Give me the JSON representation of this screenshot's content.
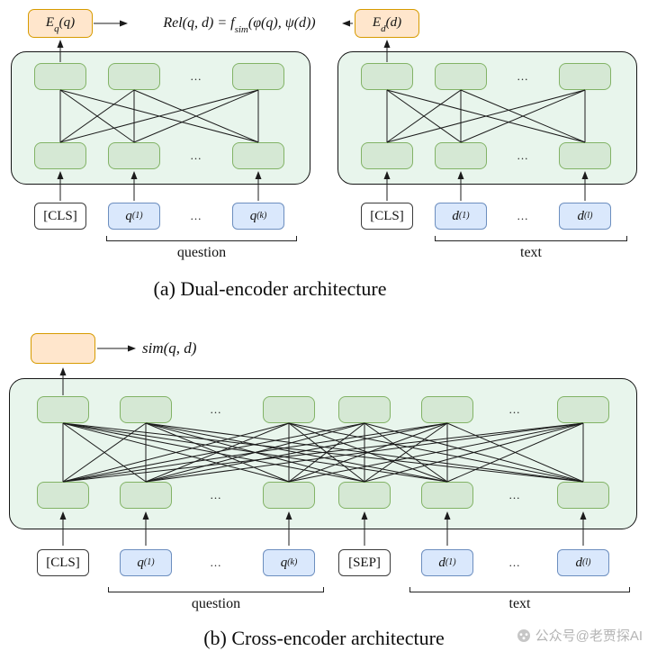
{
  "dual": {
    "formula": {
      "prefix": "Rel(q, d) = f",
      "sub": "sim",
      "suffix": "(φ(q), ψ(d))"
    },
    "left_output": {
      "base": "E",
      "sub": "q",
      "arg": "(q)"
    },
    "right_output": {
      "base": "E",
      "sub": "d",
      "arg": "(d)"
    },
    "block_ellipsis": "...",
    "left_tokens": {
      "cls": "[CLS]",
      "q1": {
        "base": "q",
        "sup": "(1)"
      },
      "ellipsis": "...",
      "qk": {
        "base": "q",
        "sup": "(k)"
      }
    },
    "right_tokens": {
      "cls": "[CLS]",
      "d1": {
        "base": "d",
        "sup": "(1)"
      },
      "ellipsis": "...",
      "dl": {
        "base": "d",
        "sup": "(l)"
      }
    },
    "left_group_label": "question",
    "right_group_label": "text",
    "caption": "(a) Dual-encoder architecture"
  },
  "cross": {
    "output_label": "sim(q, d)",
    "block_ellipsis": "...",
    "tokens": {
      "cls": "[CLS]",
      "q1": {
        "base": "q",
        "sup": "(1)"
      },
      "ellipsis1": "...",
      "qk": {
        "base": "q",
        "sup": "(k)"
      },
      "sep": "[SEP]",
      "d1": {
        "base": "d",
        "sup": "(1)"
      },
      "ellipsis2": "...",
      "dl": {
        "base": "d",
        "sup": "(l)"
      }
    },
    "question_label": "question",
    "text_label": "text",
    "caption": "(b) Cross-encoder architecture"
  },
  "watermark": {
    "text": "公众号@老贾探AI"
  },
  "colors": {
    "encoder_fill": "#e8f5ec",
    "cell_fill": "#d5e8d4",
    "cell_border": "#82b366",
    "token_fill": "#dae8fc",
    "token_border": "#6c8ebf",
    "output_fill": "#ffe6cc",
    "output_border": "#d79b00"
  }
}
